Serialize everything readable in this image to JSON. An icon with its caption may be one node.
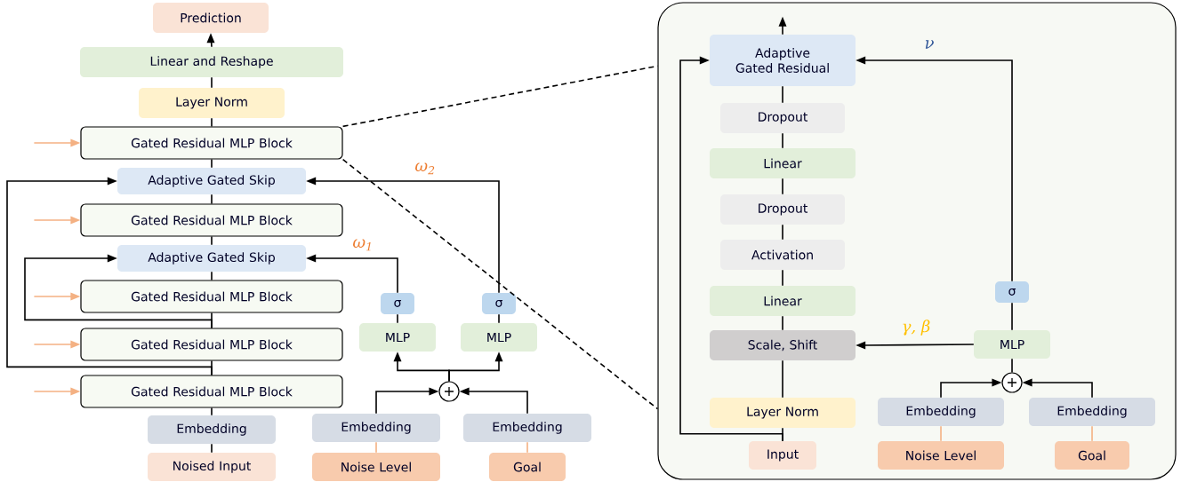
{
  "diagram": {
    "nodes": [
      {
        "text": [
          "Prediction"
        ]
      },
      {
        "text": [
          "Linear and Reshape"
        ]
      },
      {
        "text": [
          "Layer Norm"
        ]
      },
      {
        "text": [
          "Gated Residual MLP Block"
        ]
      },
      {
        "text": [
          "Adaptive Gated Skip"
        ]
      },
      {
        "text": [
          "Gated Residual MLP Block"
        ]
      },
      {
        "text": [
          "Adaptive Gated Skip"
        ]
      },
      {
        "text": [
          "Gated Residual MLP Block"
        ]
      },
      {
        "text": [
          "Gated Residual MLP Block"
        ]
      },
      {
        "text": [
          "Gated Residual MLP Block"
        ]
      },
      {
        "text": [
          "Embedding"
        ]
      },
      {
        "text": [
          "Noised Input"
        ]
      },
      {
        "text": [
          "σ"
        ]
      },
      {
        "text": [
          "MLP"
        ]
      },
      {
        "text": [
          "σ"
        ]
      },
      {
        "text": [
          "MLP"
        ]
      },
      {
        "text": [
          "+"
        ]
      },
      {
        "text": [
          "Embedding"
        ]
      },
      {
        "text": [
          "Noise Level"
        ]
      },
      {
        "text": [
          "Embedding"
        ]
      },
      {
        "text": [
          "Goal"
        ]
      },
      {
        "text": [],
        "shape": "box"
      },
      {
        "text": [
          "Adaptive Gated Residual"
        ],
        "in": 21
      },
      {
        "text": [
          "Dropout"
        ],
        "in": 21
      },
      {
        "text": [
          "Linear"
        ],
        "in": 21
      },
      {
        "text": [
          "Dropout"
        ],
        "in": 21
      },
      {
        "text": [
          "Activation"
        ],
        "in": 21
      },
      {
        "text": [
          "Linear"
        ],
        "in": 21
      },
      {
        "text": [
          "Scale, Shift"
        ],
        "in": 21
      },
      {
        "text": [
          "Layer Norm"
        ],
        "in": 21
      },
      {
        "text": [
          "Input"
        ],
        "in": 21
      },
      {
        "text": [
          "σ"
        ],
        "in": 21
      },
      {
        "text": [
          "MLP"
        ],
        "in": 21
      },
      {
        "text": [
          "+"
        ],
        "in": 21
      },
      {
        "text": [
          "Embedding"
        ],
        "in": 21
      },
      {
        "text": [
          "Noise Level"
        ],
        "in": 21
      },
      {
        "text": [
          "Embedding"
        ],
        "in": 21
      },
      {
        "text": [
          "Goal"
        ],
        "in": 21
      }
    ],
    "edges": [
      {
        "from": 11,
        "to": 10,
        "arrow": "none"
      },
      {
        "from": 10,
        "to": 9,
        "arrow": "none"
      },
      {
        "from": 9,
        "to": 8,
        "arrow": "none"
      },
      {
        "from": 8,
        "to": 7,
        "arrow": "none"
      },
      {
        "from": 7,
        "to": 6,
        "arrow": "none"
      },
      {
        "from": 6,
        "to": 5,
        "arrow": "none"
      },
      {
        "from": 5,
        "to": 4,
        "arrow": "none"
      },
      {
        "from": 4,
        "to": 3,
        "arrow": "none"
      },
      {
        "from": 3,
        "to": 2,
        "arrow": "none"
      },
      {
        "from": 2,
        "to": 1,
        "arrow": "none"
      },
      {
        "from": 1,
        "to": 0,
        "arrow": "to"
      },
      {
        "from": 9,
        "to": 4,
        "arrow": "to"
      },
      {
        "from": 8,
        "to": 6,
        "arrow": "to"
      },
      {
        "from": 13,
        "to": 12,
        "arrow": "none"
      },
      {
        "from": 15,
        "to": 14,
        "arrow": "none"
      },
      {
        "from": 12,
        "to": 6,
        "arrow": "to",
        "label": "ω$_{1}$"
      },
      {
        "from": 14,
        "to": 4,
        "arrow": "to",
        "label": "ω$_{2}$"
      },
      {
        "from": 16,
        "to": 13,
        "arrow": "to"
      },
      {
        "from": 16,
        "to": 15,
        "arrow": "to"
      },
      {
        "from": 17,
        "to": 16,
        "arrow": "to"
      },
      {
        "from": 19,
        "to": 16,
        "arrow": "to"
      },
      {
        "from": 18,
        "to": 17,
        "arrow": "none",
        "color": "#f4b183"
      },
      {
        "from": 20,
        "to": 19,
        "arrow": "none",
        "color": "#f4b183"
      },
      {
        "from": null,
        "to": 3,
        "arrow": "to",
        "color": "#f4b183"
      },
      {
        "from": null,
        "to": 5,
        "arrow": "to",
        "color": "#f4b183"
      },
      {
        "from": null,
        "to": 7,
        "arrow": "to",
        "color": "#f4b183"
      },
      {
        "from": null,
        "to": 8,
        "arrow": "to",
        "color": "#f4b183"
      },
      {
        "from": null,
        "to": 9,
        "arrow": "to",
        "color": "#f4b183"
      },
      {
        "from": 3,
        "to": 21,
        "arrow": "none",
        "style": "dashed"
      },
      {
        "from": 3,
        "to": 21,
        "arrow": "none",
        "style": "dashed"
      },
      {
        "from": 30,
        "to": 29,
        "arrow": "none"
      },
      {
        "from": 29,
        "to": 28,
        "arrow": "none"
      },
      {
        "from": 28,
        "to": 27,
        "arrow": "none"
      },
      {
        "from": 27,
        "to": 26,
        "arrow": "none"
      },
      {
        "from": 26,
        "to": 25,
        "arrow": "none"
      },
      {
        "from": 25,
        "to": 24,
        "arrow": "none"
      },
      {
        "from": 24,
        "to": 23,
        "arrow": "none"
      },
      {
        "from": 23,
        "to": 22,
        "arrow": "none"
      },
      {
        "from": 22,
        "to": null,
        "arrow": "to"
      },
      {
        "from": 30,
        "to": 22,
        "arrow": "to"
      },
      {
        "from": 32,
        "to": 31,
        "arrow": "none"
      },
      {
        "from": 31,
        "to": 22,
        "arrow": "to",
        "label": "ν"
      },
      {
        "from": 32,
        "to": 28,
        "arrow": "to",
        "label": "γ, β"
      },
      {
        "from": 33,
        "to": 32,
        "arrow": "none"
      },
      {
        "from": 34,
        "to": 33,
        "arrow": "to"
      },
      {
        "from": 36,
        "to": 33,
        "arrow": "to"
      },
      {
        "from": 35,
        "to": 34,
        "arrow": "none",
        "color": "#f4b183"
      },
      {
        "from": 37,
        "to": 36,
        "arrow": "none",
        "color": "#f4b183"
      }
    ]
  }
}
